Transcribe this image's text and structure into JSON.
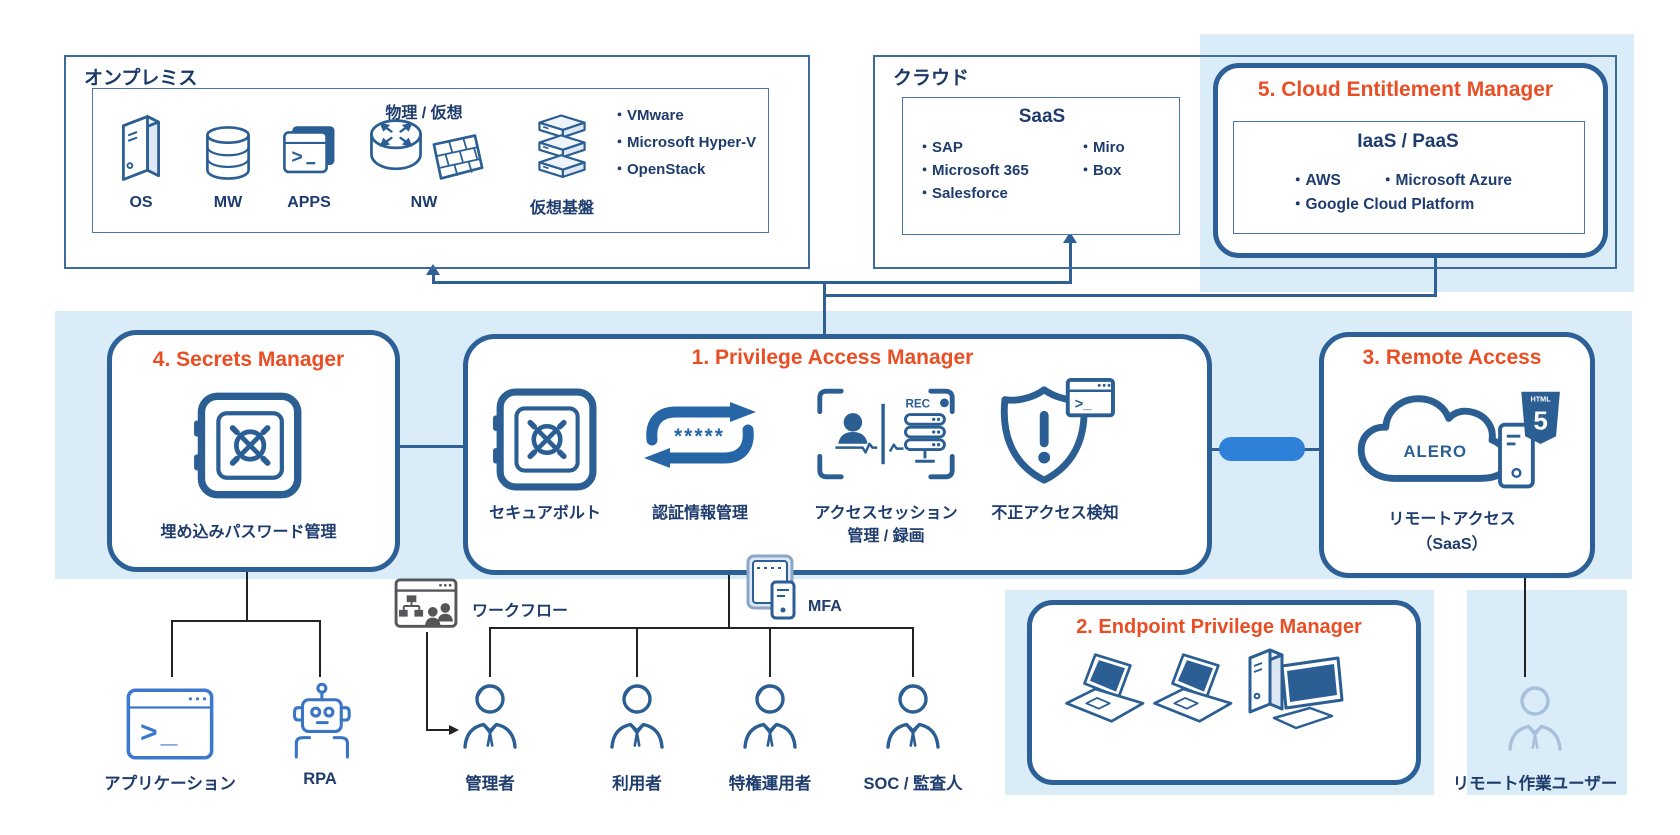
{
  "colors": {
    "accent_orange": "#e94e24",
    "navy_text": "#1e3c6d",
    "line_navy": "#2e6093",
    "band_blue": "#d9ecf8",
    "pipe_blue": "#2e80d8",
    "icon_blue": "#2b5f94",
    "bright_blue": "#3c78cc",
    "pale_user": "#a9c0dd",
    "gray_icon": "#55565a"
  },
  "onprem": {
    "title": "オンプレミス",
    "labels": [
      "OS",
      "MW",
      "APPS",
      "NW",
      "仮想基盤"
    ],
    "phys_virt": "物理 / 仮想",
    "virt_list": [
      "・VMware",
      "・Microsoft Hyper-V",
      "・OpenStack"
    ]
  },
  "cloud": {
    "title": "クラウド"
  },
  "saas": {
    "title": "SaaS",
    "col1": [
      "・SAP",
      "・Microsoft 365",
      "・Salesforce"
    ],
    "col2": [
      "・Miro",
      "・Box"
    ]
  },
  "cem": {
    "title": "5. Cloud Entitlement Manager",
    "subtitle": "IaaS / PaaS",
    "row1_a": "・AWS",
    "row1_b": "・Microsoft Azure",
    "row2": "・Google Cloud Platform"
  },
  "secrets": {
    "title": "4. Secrets Manager",
    "caption": "埋め込みパスワード管理"
  },
  "pam": {
    "title": "1. Privilege Access Manager",
    "vault_caption": "セキュアボルト",
    "cred_caption": "認証情報管理",
    "cred_stars": "*****",
    "session_caption1": "アクセスセッション",
    "session_caption2": "管理 / 録画",
    "session_rec": "REC",
    "detect_caption": "不正アクセス検知"
  },
  "remote": {
    "title": "3. Remote Access",
    "cloud_label": "ALERO",
    "html": "HTML",
    "five": "5",
    "caption1": "リモートアクセス",
    "caption2": "（SaaS）"
  },
  "epm": {
    "title": "2. Endpoint Privilege Manager"
  },
  "actors": {
    "app": "アプリケーション",
    "rpa": "RPA",
    "workflow": "ワークフロー",
    "mfa": "MFA",
    "admin": "管理者",
    "user": "利用者",
    "priv_user": "特権運用者",
    "soc": "SOC / 監査人",
    "remote_user": "リモート作業ユーザー"
  },
  "glyphs": {
    "prompt": ">_"
  }
}
